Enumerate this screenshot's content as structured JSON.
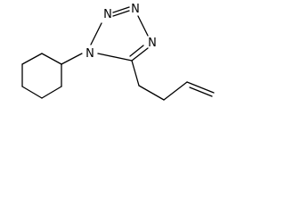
{
  "structure": {
    "atom_labels": [
      "N",
      "N",
      "N",
      "N"
    ]
  },
  "colors": {
    "background": "#ffffff",
    "ink": "#000000"
  }
}
